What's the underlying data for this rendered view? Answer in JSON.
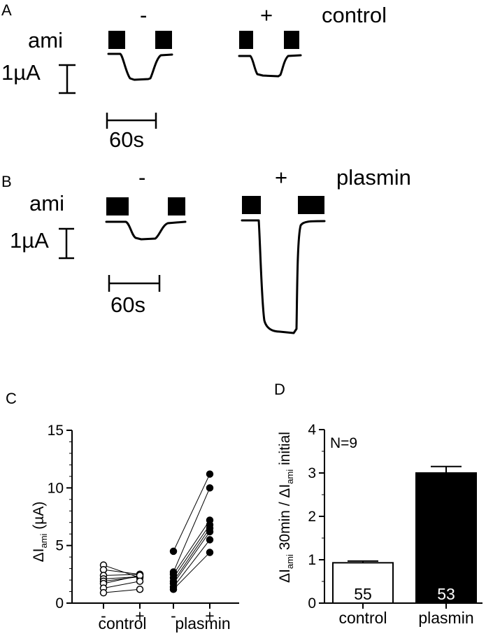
{
  "panel_a": {
    "label": "A",
    "minus": "-",
    "plus": "+",
    "condition": "control",
    "ami": "ami",
    "current_scale": "1µA",
    "time_scale": "60s"
  },
  "panel_b": {
    "label": "B",
    "minus": "-",
    "plus": "+",
    "condition": "plasmin",
    "ami": "ami",
    "current_scale": "1µA",
    "time_scale": "60s"
  },
  "chart_data": [
    {
      "panel": "C",
      "type": "scatter",
      "ylabel": "ΔI",
      "ylabel_sub": "ami",
      "ylabel_unit": " (µA)",
      "ylim": [
        0,
        15
      ],
      "yticks": [
        "0",
        "5",
        "10",
        "15"
      ],
      "x_ticks": [
        "-",
        "+",
        "-",
        "+"
      ],
      "groups": [
        {
          "name": "control",
          "marker": "open-circle",
          "pairs": [
            [
              3.3,
              2.2
            ],
            [
              2.9,
              2.5
            ],
            [
              2.4,
              2.5
            ],
            [
              2.1,
              2.3
            ],
            [
              1.9,
              2.3
            ],
            [
              1.7,
              2.4
            ],
            [
              1.3,
              1.9
            ],
            [
              0.9,
              1.2
            ]
          ]
        },
        {
          "name": "plasmin",
          "marker": "filled-circle",
          "pairs": [
            [
              4.5,
              11.2
            ],
            [
              2.7,
              10.0
            ],
            [
              2.5,
              7.2
            ],
            [
              2.2,
              6.8
            ],
            [
              1.9,
              6.5
            ],
            [
              1.7,
              6.2
            ],
            [
              1.4,
              5.5
            ],
            [
              1.2,
              4.4
            ]
          ]
        }
      ]
    },
    {
      "panel": "D",
      "type": "bar",
      "annotation": "N=9",
      "ylabel": "ΔI",
      "ylabel_sub": "ami",
      "ylabel_mid": " 30min / ΔI",
      "ylabel_sub2": "ami",
      "ylabel_end": " initial",
      "ylim": [
        0,
        4
      ],
      "yticks": [
        "0",
        "1",
        "2",
        "3",
        "4"
      ],
      "categories": [
        "control",
        "plasmin"
      ],
      "values": [
        0.93,
        3.0
      ],
      "errors": [
        0.04,
        0.15
      ],
      "n_labels": [
        "55",
        "53"
      ],
      "colors": [
        "#ffffff",
        "#000000"
      ]
    }
  ]
}
